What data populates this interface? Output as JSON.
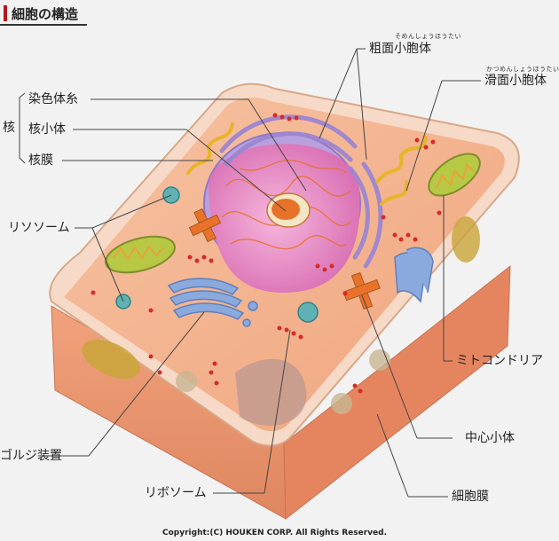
{
  "title": "細胞の構造",
  "nucleus_group": {
    "label": "核",
    "parts": [
      "染色体糸",
      "核小体",
      "核膜"
    ]
  },
  "labels": {
    "rough_er": "粗面小胞体",
    "rough_er_reading": "そめんしょうほうたい",
    "smooth_er": "滑面小胞体",
    "smooth_er_reading": "かつめんしょうほうたい",
    "lysosome": "リソソーム",
    "mitochondria": "ミトコンドリア",
    "centriole": "中心小体",
    "golgi": "ゴルジ装置",
    "ribosome": "リボソーム",
    "cell_membrane": "細胞膜"
  },
  "copyright": "Copyright:(C) HOUKEN CORP. All Rights Reserved.",
  "colors": {
    "title_accent": "#b3171c",
    "cytoplasm": "#f0a983",
    "cell_side": "#e58a66",
    "nucleus": "#e98fc4",
    "nucleolus": "#e8722a",
    "er": "#b9a3df",
    "golgi": "#8aa9dd",
    "mitochondria": "#b7c844",
    "ribosome": "#d92a2a",
    "smooth_er": "#e7b42a"
  }
}
